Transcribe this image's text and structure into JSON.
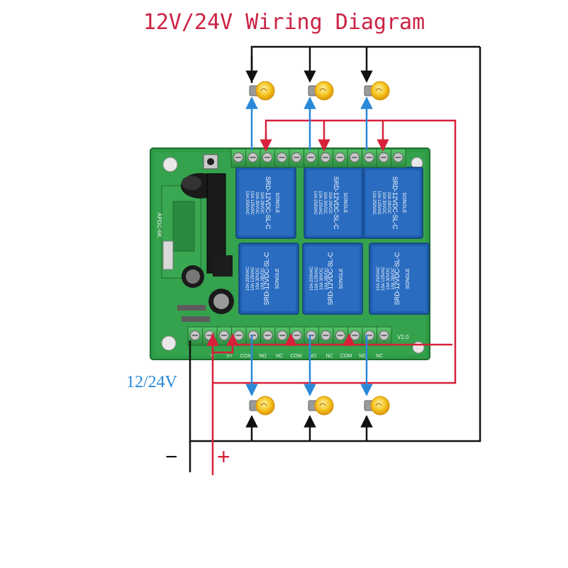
{
  "title": "12V/24V Wiring Diagram",
  "supply_label": "12/24V",
  "negative_sign": "−",
  "positive_sign": "+",
  "relay": {
    "model": "SRD-12VDC-SL-C",
    "brand": "SONGLE",
    "ratings": [
      "10A 250VAC",
      "10A 125VAC",
      "10A 30VDC",
      "10A 28VDC"
    ],
    "count": 6
  },
  "board": {
    "model_mark": "APDC-6K",
    "version": "V2.0",
    "terminal_labels": [
      "V-",
      "V+",
      "COM",
      "NO",
      "NC",
      "COM",
      "NO",
      "NC",
      "COM",
      "NO",
      "NC"
    ]
  },
  "colors": {
    "board": "#2e9b46",
    "relay": "#1f5fb0",
    "terminal": "#3fae54",
    "neutral_wire": "#111111",
    "live_wire": "#d8203a",
    "switched_wire": "#2a88d8",
    "bulb": "#f5c21c"
  }
}
